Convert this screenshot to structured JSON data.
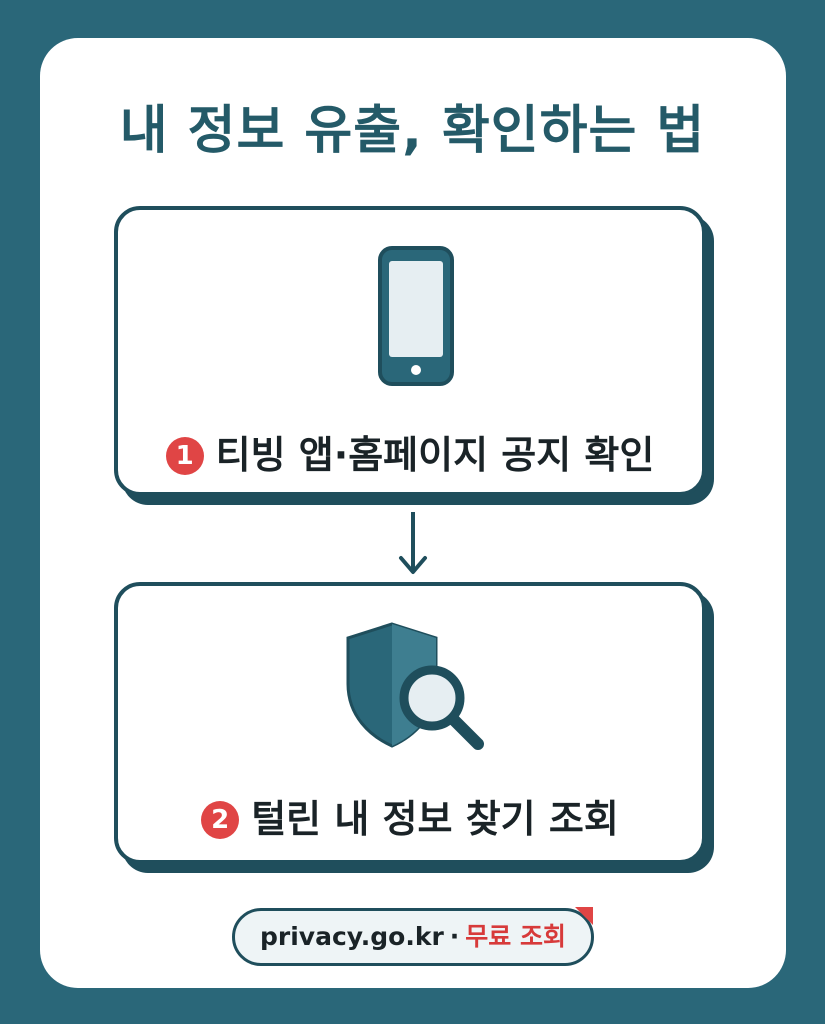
{
  "title": "내 정보 유출, 확인하는 법",
  "steps": [
    {
      "number": "1",
      "label": "티빙 앱·홈페이지 공지 확인",
      "icon": "smartphone-icon"
    },
    {
      "number": "2",
      "label": "털린 내 정보 찾기 조회",
      "icon": "shield-search-icon"
    }
  ],
  "footer": {
    "url": "privacy.go.kr",
    "separator": "·",
    "free_label": "무료 조회"
  },
  "colors": {
    "background": "#2a6779",
    "title": "#245a68",
    "accent_red": "#e04545",
    "border_dark": "#1f4e5c"
  }
}
